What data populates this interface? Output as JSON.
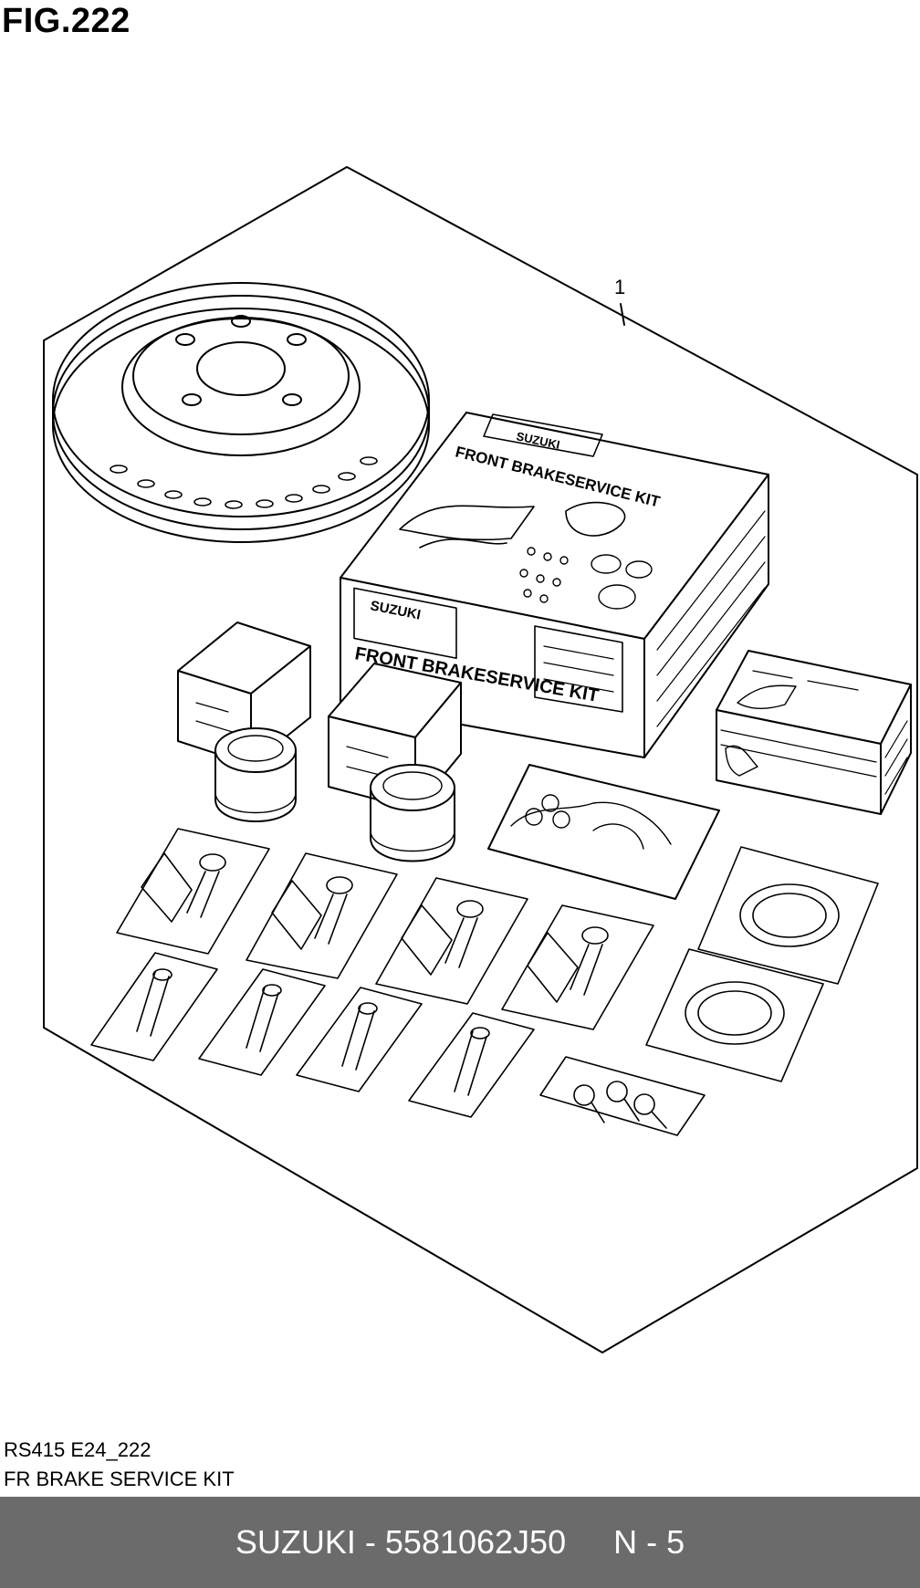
{
  "figure": {
    "title": "FIG.222"
  },
  "callouts": [
    {
      "number": "1"
    }
  ],
  "box_labels": {
    "lid_text": "FRONT BRAKESERVICE KIT",
    "side_text": "FRONT BRAKESERVICE KIT",
    "brand": "SUZUKI"
  },
  "caption": {
    "model_code": "RS415 E24_222",
    "description": "FR BRAKE SERVICE KIT"
  },
  "footer": {
    "part_number": "SUZUKI - 5581062J50",
    "position": "N - 5",
    "background": "#6b6b6b"
  }
}
